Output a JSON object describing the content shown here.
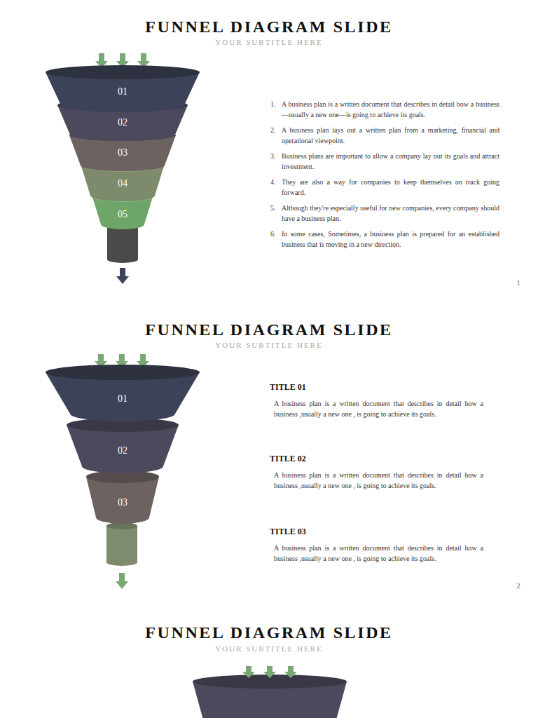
{
  "diagram": {
    "title": "FUNNEL DIAGRAM SLIDE",
    "nodes": [
      {
        "text": [
          "01"
        ]
      },
      {
        "text": [
          "02"
        ]
      },
      {
        "text": [
          "03"
        ]
      },
      {
        "text": [
          "04"
        ]
      },
      {
        "text": [
          "05"
        ]
      },
      {
        "text": [
          "01"
        ]
      },
      {
        "text": [
          "02"
        ]
      },
      {
        "text": [
          "03"
        ]
      }
    ],
    "labels": [
      "YOUR SUBTITLE HERE",
      "1.",
      "A business plan is a written document that describes in detail how a business—usually a new one—is going to achieve its goals.",
      "2.",
      "A business plan lays out a written plan from a marketing, financial and operational viewpoint.",
      "3.",
      "Business plans are important to allow a company lay out its goals and attract investment.",
      "4.",
      "They are also a way for companies to keep themselves on track going forward.",
      "5.",
      "Although they're especially useful for new companies, every company should have a business plan.",
      "6.",
      "In some cases, Sometimes, a business plan is prepared for an established business that is moving in a new direction.",
      "1",
      "FUNNEL DIAGRAM SLIDE",
      "YOUR SUBTITLE HERE",
      "TITLE 01",
      "A business plan is a written document that describes in detail how a business ,usually a new one , is going to achieve its goals.",
      "TITLE 02",
      "A business plan is a written document that describes in detail how a business ,usually a new one , is going to achieve its goals.",
      "TITLE 03",
      "A business plan is a written document that describes in detail how a business ,usually a new one , is going to achieve its goals.",
      "2",
      "FUNNEL DIAGRAM SLIDE",
      "YOUR SUBTITLE HERE"
    ]
  }
}
